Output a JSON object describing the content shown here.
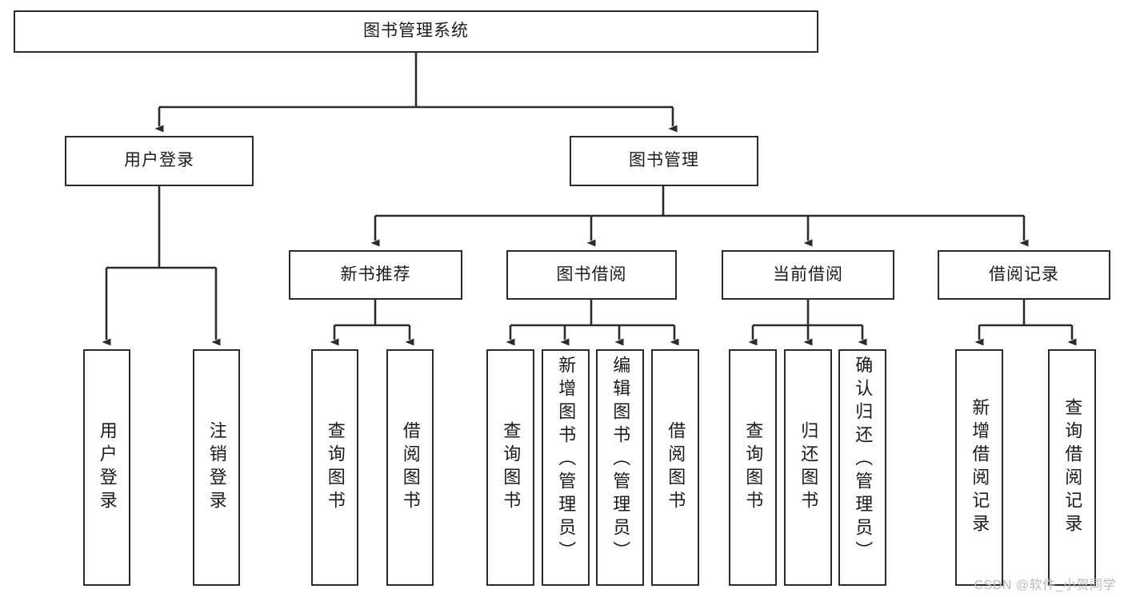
{
  "diagram": {
    "type": "tree-hierarchy",
    "title": "图书管理系统",
    "root": {
      "id": "root",
      "label": "图书管理系统"
    },
    "level2": [
      {
        "id": "user-login",
        "label": "用户登录"
      },
      {
        "id": "book-manage",
        "label": "图书管理"
      }
    ],
    "level3": [
      {
        "id": "new-book-rec",
        "label": "新书推荐",
        "parent": "book-manage"
      },
      {
        "id": "book-borrow",
        "label": "图书借阅",
        "parent": "book-manage"
      },
      {
        "id": "current-borrow",
        "label": "当前借阅",
        "parent": "book-manage"
      },
      {
        "id": "borrow-record",
        "label": "借阅记录",
        "parent": "book-manage"
      }
    ],
    "leaves": [
      {
        "id": "leaf-user-login",
        "label": "用户登录",
        "parent": "user-login"
      },
      {
        "id": "leaf-user-logout",
        "label": "注销登录",
        "parent": "user-login"
      },
      {
        "id": "leaf-query-book-1",
        "label": "查询图书",
        "parent": "new-book-rec"
      },
      {
        "id": "leaf-borrow-book-1",
        "label": "借阅图书",
        "parent": "new-book-rec"
      },
      {
        "id": "leaf-query-book-2",
        "label": "查询图书",
        "parent": "book-borrow"
      },
      {
        "id": "leaf-add-book",
        "label": "新增图书（管理员）",
        "parent": "book-borrow"
      },
      {
        "id": "leaf-edit-book",
        "label": "编辑图书（管理员）",
        "parent": "book-borrow"
      },
      {
        "id": "leaf-borrow-book-2",
        "label": "借阅图书",
        "parent": "book-borrow"
      },
      {
        "id": "leaf-query-book-3",
        "label": "查询图书",
        "parent": "current-borrow"
      },
      {
        "id": "leaf-return-book",
        "label": "归还图书",
        "parent": "current-borrow"
      },
      {
        "id": "leaf-confirm-return",
        "label": "确认归还（管理员）",
        "parent": "current-borrow"
      },
      {
        "id": "leaf-add-record",
        "label": "新增借阅记录",
        "parent": "borrow-record"
      },
      {
        "id": "leaf-query-record",
        "label": "查询借阅记录",
        "parent": "borrow-record"
      }
    ],
    "colors": {
      "box_border": "#2b2b2b",
      "box_fill": "#ffffff",
      "edge": "#2b2b2b",
      "text": "#1a1a1a",
      "watermark": "#b9b9b9"
    }
  },
  "watermark": {
    "text": "CSDN @软件_小贺同学"
  }
}
